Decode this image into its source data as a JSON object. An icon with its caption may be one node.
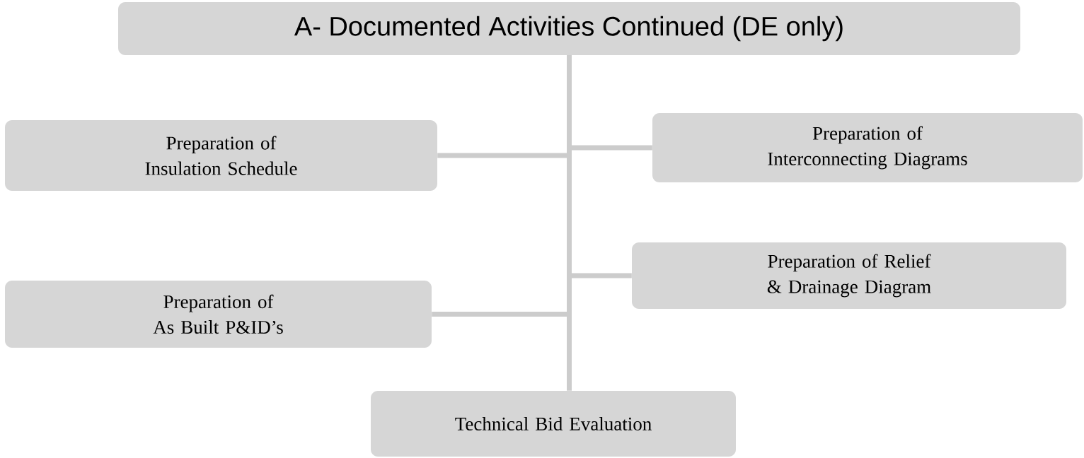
{
  "diagram": {
    "nodes": [
      {
        "text": [
          "A- Documented Activities Continued (DE only)"
        ]
      },
      {
        "text": [
          "Preparation of Insulation Schedule"
        ]
      },
      {
        "text": [
          "Preparation of Interconnecting Diagrams"
        ]
      },
      {
        "text": [
          "Preparation of Relief & Drainage Diagram"
        ]
      },
      {
        "text": [
          "Preparation of As Built P&ID’s"
        ]
      },
      {
        "text": [
          "Technical Bid Evaluation"
        ]
      }
    ],
    "edges": [
      {
        "from": 0,
        "to": 1,
        "arrow": "none"
      },
      {
        "from": 0,
        "to": 2,
        "arrow": "none"
      },
      {
        "from": 0,
        "to": 3,
        "arrow": "none"
      },
      {
        "from": 0,
        "to": 4,
        "arrow": "none"
      },
      {
        "from": 0,
        "to": 5,
        "arrow": "none"
      }
    ]
  }
}
